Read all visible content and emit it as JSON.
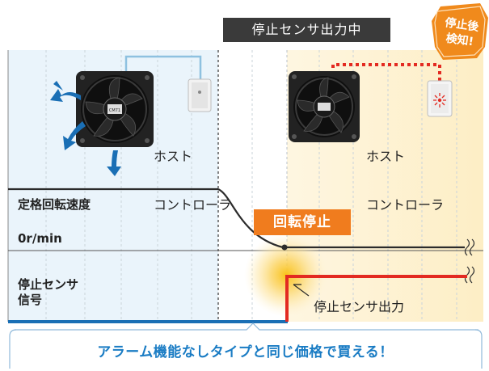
{
  "banner": "停止センサ出力中",
  "badge": {
    "line1": "停止後",
    "line2": "検知!"
  },
  "left_controller": {
    "line1": "ホスト",
    "line2": "コントローラ"
  },
  "right_controller": {
    "line1": "ホスト",
    "line2": "コントローラ"
  },
  "rated_speed_label": "定格回転速度",
  "zero_speed_label": "0r/min",
  "stop_label": "回転停止",
  "sensor_label": {
    "line1": "停止センサ",
    "line2": "信号"
  },
  "sensor_output_label": "停止センサ出力",
  "fan_model_text": "CM71",
  "bottom_message": "アラーム機能なしタイプと同じ価格で買える！",
  "colors": {
    "blue_accent": "#1a6fb5",
    "red_signal": "#e32a21",
    "orange_label": "#f07c1e",
    "badge_orange": "#f08a1c",
    "warm_area": "#fdf2d7",
    "left_panel": "#e9f3fa"
  }
}
